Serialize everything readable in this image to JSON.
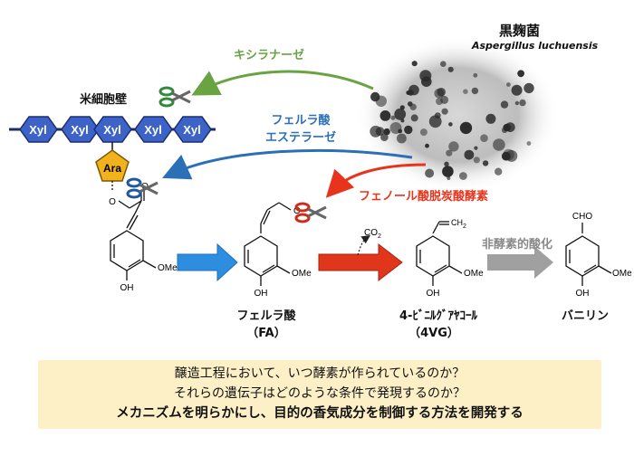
{
  "organism": {
    "name_jp": "黒麹菌",
    "name_latin": "Aspergillus luchuensis"
  },
  "cell_wall_label": "米細胞壁",
  "xylose_units": [
    "Xyl",
    "Xyl",
    "Xyl",
    "Xyl",
    "Xyl"
  ],
  "arabinose_unit": "Ara",
  "enzymes": {
    "xylanase": "キシラナーゼ",
    "feruloyl_esterase_line1": "フェルラ酸",
    "feruloyl_esterase_line2": "エステラーゼ",
    "decarboxylase": "フェノール酸脱炭酸酵素",
    "oxidation": "非酵素的酸化"
  },
  "compounds": {
    "fa_name": "フェルラ酸",
    "fa_abbr": "（FA）",
    "vg_name": "4-ﾋﾞﾆﾙｸﾞｱﾔｺｰﾙ",
    "vg_abbr": "（4VG）",
    "vanillin": "バニリン"
  },
  "atoms": {
    "ome": "OMe",
    "oh": "OH",
    "o": "O",
    "co2": "CO",
    "co2_sub": "2",
    "ch2": "CH",
    "ch2_sub": "2",
    "cho": "CHO"
  },
  "note": {
    "line1": "醸造工程において、いつ酵素が作られているのか？",
    "line2": "それらの遺伝子はどのような条件で発現するのか？",
    "line3": "メカニズムを明らかにし、目的の香気成分を制御する方法を開発する"
  },
  "colors": {
    "xyl_fill": "#3d63c9",
    "ara_fill": "#f2b21b",
    "xylanase_arrow": "#6aa342",
    "esterase_arrow": "#2b6fb6",
    "decarboxylase_arrow": "#e8341c",
    "fa_reaction_arrow": "#2d8ee0",
    "vg_reaction_arrow": "#e0361b",
    "oxidation_arrow": "#a0a0a0",
    "note_bg": "#fdf0c6"
  },
  "icons": [
    "scissors-green-icon",
    "scissors-blue-icon",
    "scissors-red-icon"
  ]
}
